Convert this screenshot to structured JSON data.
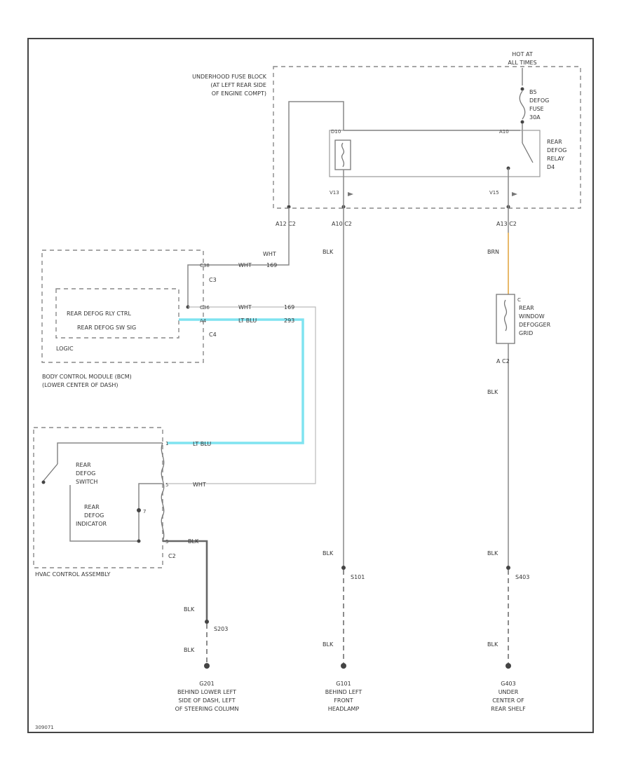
{
  "diagram": {
    "id_label": "309071",
    "colors": {
      "frame": "#444444",
      "wire": "#888888",
      "lt_blu": "#7fe3f0",
      "brn": "#e8b96a"
    },
    "fuse_block": {
      "label": [
        "UNDERHOOD FUSE BLOCK",
        "(AT LEFT REAR SIDE",
        "OF ENGINE COMPT)"
      ],
      "hot_label": [
        "HOT AT",
        "ALL TIMES"
      ],
      "fuse_label": [
        "B5",
        "DEFOG",
        "FUSE",
        "30A"
      ],
      "relay_label": [
        "REAR",
        "DEFOG",
        "RELAY",
        "D4"
      ],
      "relay_pin_left": "D10",
      "relay_pin_right": "A10",
      "pin_mid": "V13",
      "pin_right": "V15"
    },
    "connectors": {
      "c2_left": "A12 C2",
      "c2_mid": "A10 C2",
      "c2_right": "A13 C2",
      "c3": "C3",
      "c4": "C4",
      "c2_grid": "A C2",
      "c2_hvac": "C2"
    },
    "wires": {
      "wht": "WHT",
      "brn": "BRN",
      "blk": "BLK",
      "lt_blu": "LT BLU",
      "num_1": "169",
      "num_2": "169",
      "num_3": "293"
    },
    "bcm": {
      "inner_label_1": "REAR DEFOG RLY CTRL",
      "inner_label_2": "REAR DEFOG SW SIG",
      "logic_label": "LOGIC",
      "module_label": [
        "BODY CONTROL MODULE (BCM)",
        "(LOWER CENTER OF DASH)"
      ],
      "pin_1": "C38",
      "pin_2": "C36",
      "pin_3": "A4"
    },
    "grid": {
      "label": [
        "REAR",
        "WINDOW",
        "DEFOGGER",
        "GRID"
      ],
      "pin": "C"
    },
    "hvac": {
      "switch_label": [
        "REAR",
        "DEFOG",
        "SWITCH"
      ],
      "indicator_label": [
        "REAR",
        "DEFOG",
        "INDICATOR"
      ],
      "assembly_label": "HVAC CONTROL ASSEMBLY",
      "pin_1": "1",
      "pin_2": "5",
      "pin_3": "7",
      "pin_4": "3"
    },
    "grounds": {
      "splice_left": "S203",
      "splice_mid": "S101",
      "splice_right": "S403",
      "left_label": [
        "G201",
        "BEHIND LOWER LEFT",
        "SIDE OF DASH, LEFT",
        "OF STEERING COLUMN"
      ],
      "mid_label": [
        "G101",
        "BEHIND LEFT",
        "FRONT",
        "HEADLAMP"
      ],
      "right_label": [
        "G403",
        "UNDER",
        "CENTER OF",
        "REAR SHELF"
      ]
    }
  }
}
